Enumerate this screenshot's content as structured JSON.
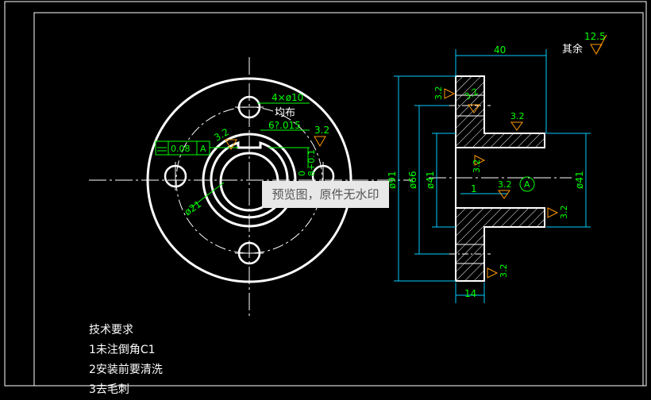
{
  "watermark": "预览图，原件无水印",
  "front_view": {
    "hole_spec": "4×ø10",
    "hole_distribution": "均布",
    "hole_tolerance": "6?.015",
    "roughness_top": "3.2",
    "roughness_left": "3.2",
    "keyway_dim": "8+0.1",
    "keyway_tol": "0",
    "center_dia": "ø21",
    "geo_tol_value": "0.08",
    "geo_tol_datum": "A"
  },
  "side_view": {
    "width_top": "40",
    "width_bottom": "14",
    "dia_outer": "ø91",
    "dia_pitch": "ø66",
    "dia_bore": "ø41",
    "dia_hub": "ø41",
    "chamfer": "1",
    "datum": "A",
    "roughness": [
      "3.2",
      "3.2",
      "3.2",
      "3.2",
      "3.2",
      "3.2",
      "3.2"
    ]
  },
  "general_roughness": {
    "label": "其余",
    "value": "12.5"
  },
  "tech_requirements": {
    "title": "技术要求",
    "items": [
      "1未注倒角C1",
      "2安装前要清洗",
      "3去毛刺"
    ]
  }
}
